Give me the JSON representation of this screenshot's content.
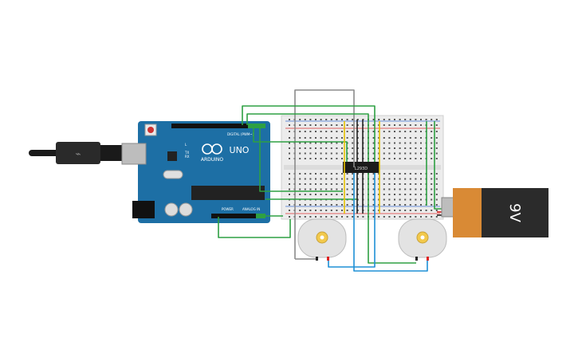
{
  "arduino": {
    "brand": "UNO",
    "logo_text": "ARDUINO",
    "digital_label": "DIGITAL (PWM~)",
    "power_label": "POWER",
    "analog_label": "ANALOG IN",
    "tx_label": "TX",
    "rx_label": "RX",
    "l_label": "L"
  },
  "chip": {
    "label": "L293D"
  },
  "battery": {
    "label": "9V"
  },
  "colors": {
    "board": "#1d6fa5",
    "wire_green": "#2ea043",
    "wire_blue": "#1e90d6",
    "wire_gray": "#8a8a8a",
    "wire_black": "#222222",
    "wire_yellow": "#e8c200",
    "wire_red": "#d22",
    "battery_orange": "#d98a35",
    "battery_dark": "#2b2b2b",
    "breadboard": "#ececec"
  }
}
